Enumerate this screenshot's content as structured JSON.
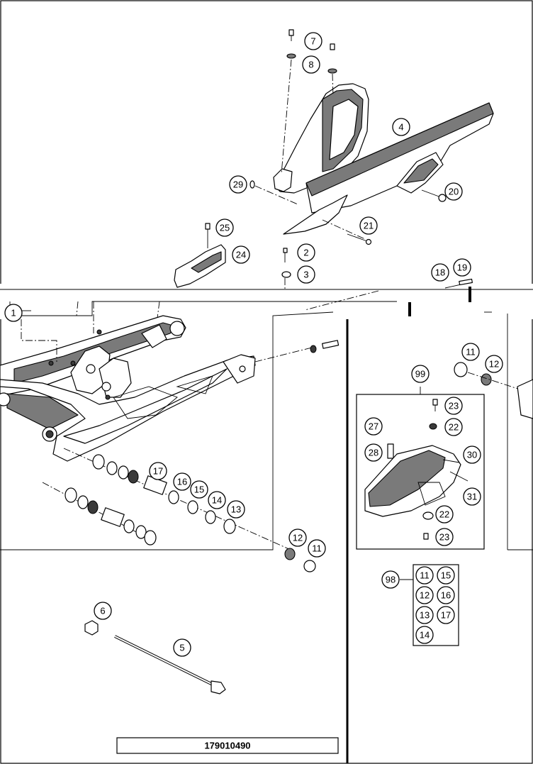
{
  "diagram": {
    "drawing_number": "179010490",
    "callouts": [
      {
        "id": "c7",
        "label": "7"
      },
      {
        "id": "c8",
        "label": "8"
      },
      {
        "id": "c4",
        "label": "4"
      },
      {
        "id": "c29",
        "label": "29"
      },
      {
        "id": "c20",
        "label": "20"
      },
      {
        "id": "c25",
        "label": "25"
      },
      {
        "id": "c21",
        "label": "21"
      },
      {
        "id": "c24",
        "label": "24"
      },
      {
        "id": "c2",
        "label": "2"
      },
      {
        "id": "c3",
        "label": "3"
      },
      {
        "id": "c18",
        "label": "18"
      },
      {
        "id": "c19",
        "label": "19"
      },
      {
        "id": "c1",
        "label": "1"
      },
      {
        "id": "c11a",
        "label": "11"
      },
      {
        "id": "c12a",
        "label": "12"
      },
      {
        "id": "c99",
        "label": "99"
      },
      {
        "id": "c23a",
        "label": "23"
      },
      {
        "id": "c27",
        "label": "27"
      },
      {
        "id": "c22a",
        "label": "22"
      },
      {
        "id": "c28",
        "label": "28"
      },
      {
        "id": "c30",
        "label": "30"
      },
      {
        "id": "c31",
        "label": "31"
      },
      {
        "id": "c22b",
        "label": "22"
      },
      {
        "id": "c23b",
        "label": "23"
      },
      {
        "id": "c17",
        "label": "17"
      },
      {
        "id": "c16",
        "label": "16"
      },
      {
        "id": "c15",
        "label": "15"
      },
      {
        "id": "c14",
        "label": "14"
      },
      {
        "id": "c13",
        "label": "13"
      },
      {
        "id": "c12b",
        "label": "12"
      },
      {
        "id": "c11b",
        "label": "11"
      },
      {
        "id": "c98",
        "label": "98"
      },
      {
        "id": "k11",
        "label": "11"
      },
      {
        "id": "k15",
        "label": "15"
      },
      {
        "id": "k12",
        "label": "12"
      },
      {
        "id": "k16",
        "label": "16"
      },
      {
        "id": "k13",
        "label": "13"
      },
      {
        "id": "k17",
        "label": "17"
      },
      {
        "id": "k14",
        "label": "14"
      },
      {
        "id": "c6",
        "label": "6"
      },
      {
        "id": "c5",
        "label": "5"
      }
    ]
  }
}
